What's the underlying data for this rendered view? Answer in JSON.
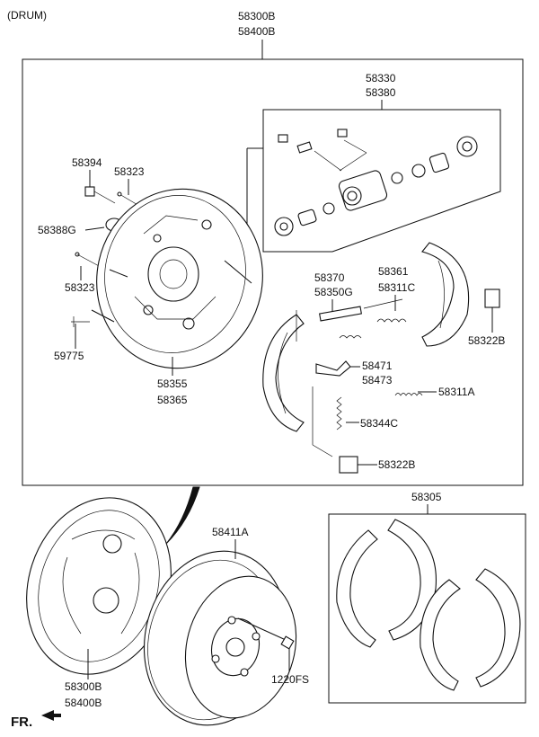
{
  "header": {
    "variant": "(DRUM)",
    "top_part_1": "58300B",
    "top_part_2": "58400B"
  },
  "labels": {
    "wheel_cylinder_1": "58330",
    "wheel_cylinder_2": "58380",
    "bolt_58394": "58394",
    "bolt_58323_top": "58323",
    "grommet": "58388G",
    "bolt_58323_bottom": "58323",
    "pin_59775": "59775",
    "backing_plate_1": "58355",
    "backing_plate_2": "58365",
    "adjuster_1": "58370",
    "adjuster_2": "58350G",
    "spring_1": "58361",
    "spring_2": "58311C",
    "clip_right": "58322B",
    "lever_1": "58471",
    "lever_2": "58473",
    "spring_58311A": "58311A",
    "spring_58344C": "58344C",
    "clip_bottom": "58322B",
    "shoe_kit": "58305",
    "drum": "58411A",
    "assembly_1": "58300B",
    "assembly_2": "58400B",
    "screw": "1220FS",
    "front": "FR."
  }
}
